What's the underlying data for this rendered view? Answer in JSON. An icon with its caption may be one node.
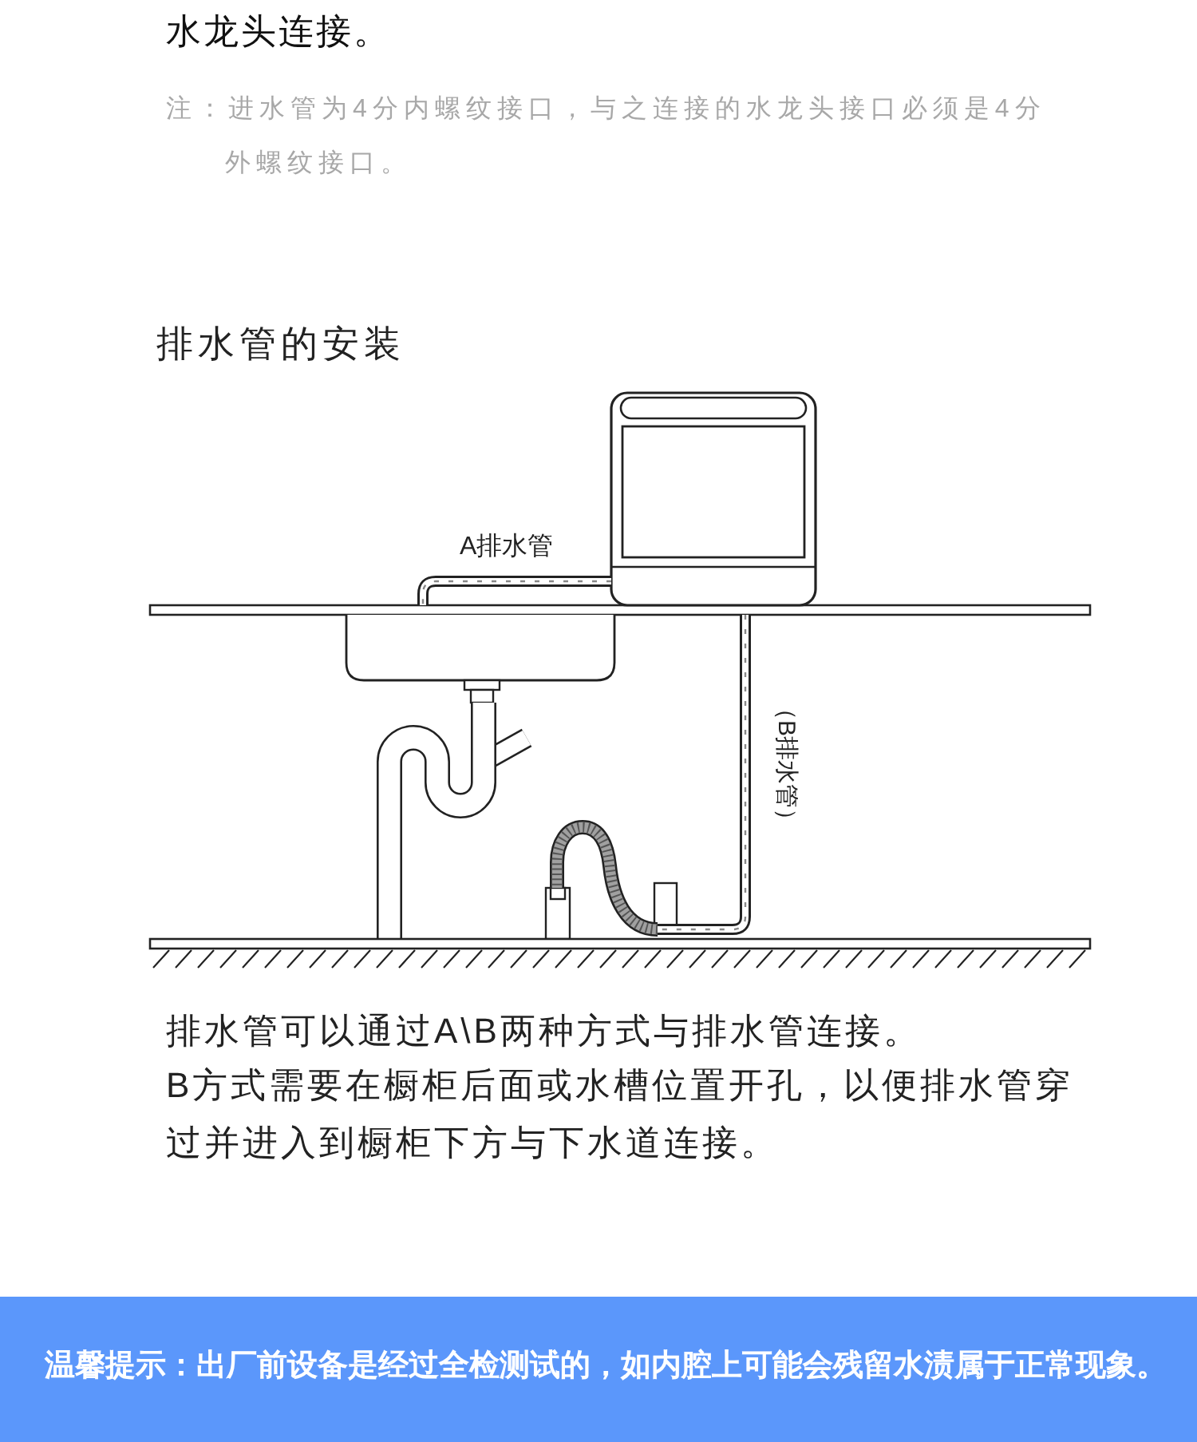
{
  "diagram": {
    "title": "排水管的安装",
    "nodes": [
      {
        "text": [
          "温馨提示：出厂前设备是经过全检测试的，如内腔上可能会残留水渍属于正常现象。"
        ]
      }
    ],
    "labels": [
      "水龙头连接。",
      "注：进水管为4分内螺纹接口，与之连接的水龙头接口必须是4分外螺纹接口。",
      "A排水管",
      "（B排水管）",
      "排水管可以通过A\\B两种方式与排水管连接。",
      "B方式需要在橱柜后面或水槽位置开孔，以便排水管穿过并进入到橱柜下方与下水道连接。"
    ]
  }
}
